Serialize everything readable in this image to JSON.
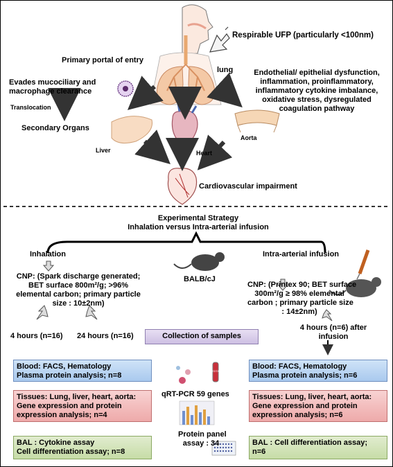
{
  "top": {
    "respirable": "Respirable UFP (particularly <100nm)",
    "portal": "Primary  portal of entry",
    "lung": "lung",
    "evades": [
      "Evades mucociliary and",
      "macrophage clearance"
    ],
    "translocation": "Translocation",
    "secondary": "Secondary Organs",
    "dysfunction": [
      "Endothelial/ epithelial dysfunction,",
      "inflammation, proinflammatory,",
      "inflammatory cytokine imbalance,",
      "oxidative stress, dysregulated",
      "coagulation pathway"
    ],
    "liver": "Liver",
    "heart": "Heart",
    "aorta": "Aorta",
    "cardio": "Cardiovascular impairment"
  },
  "strategy": {
    "title1": "Experimental Strategy",
    "title2": "Inhalation versus Intra-arterial infusion",
    "inhalation": "Inhalation",
    "intra": "Intra-arterial infusion",
    "mouse": "BALB/cJ",
    "cnp_left": [
      "CNP: (Spark discharge generated;",
      "BET surface 800m²/g;    >96%",
      "elemental carbon; primary particle",
      "size : 10±2nm)"
    ],
    "cnp_right": [
      "CNP: (Printex 90; BET surface",
      "300m²/g ≥ 98% elemental",
      "carbon ; primary particle size",
      ": 14±2nm)"
    ],
    "h4": "4 hours (n=16)",
    "h24": "24 hours (n=16)",
    "collection": "Collection of samples",
    "h4_right": [
      "4 hours (n=6) after",
      "infusion"
    ],
    "qrt": "qRT-PCR 59 genes",
    "protein": [
      "Protein panel",
      "assay : 34"
    ],
    "tube_label": "EDTA"
  },
  "boxes_left": {
    "blood": [
      "Blood: FACS, Hematology",
      "Plasma protein analysis; n=8"
    ],
    "tissues": [
      "Tissues: Lung, liver, heart, aorta:",
      "Gene expression and protein",
      "expression analysis; n=4"
    ],
    "bal": [
      "BAL : Cytokine assay",
      "Cell differentiation assay; n=8"
    ]
  },
  "boxes_right": {
    "blood": [
      "Blood: FACS, Hematology",
      "Plasma protein analysis; n=6"
    ],
    "tissues": [
      "Tissues: Lung, liver, heart, aorta:",
      "Gene expression and protein",
      "expression analysis; n=6"
    ],
    "bal": [
      "BAL : Cell differentiation assay;",
      "n=6"
    ]
  }
}
